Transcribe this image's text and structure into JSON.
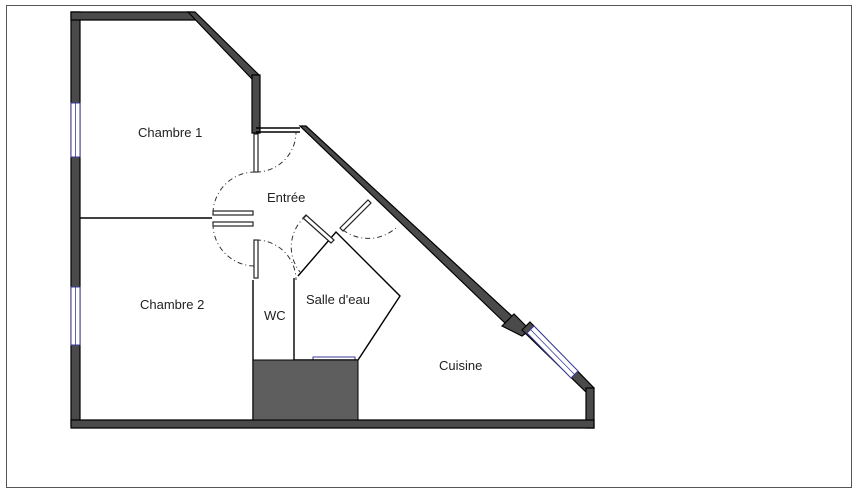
{
  "plan": {
    "rooms": [
      {
        "id": "chambre-1",
        "label": "Chambre 1"
      },
      {
        "id": "chambre-2",
        "label": "Chambre 2"
      },
      {
        "id": "entree",
        "label": "Entrée"
      },
      {
        "id": "salle-deau",
        "label": "Salle d'eau"
      },
      {
        "id": "wc",
        "label": "WC"
      },
      {
        "id": "cuisine",
        "label": "Cuisine"
      }
    ]
  }
}
